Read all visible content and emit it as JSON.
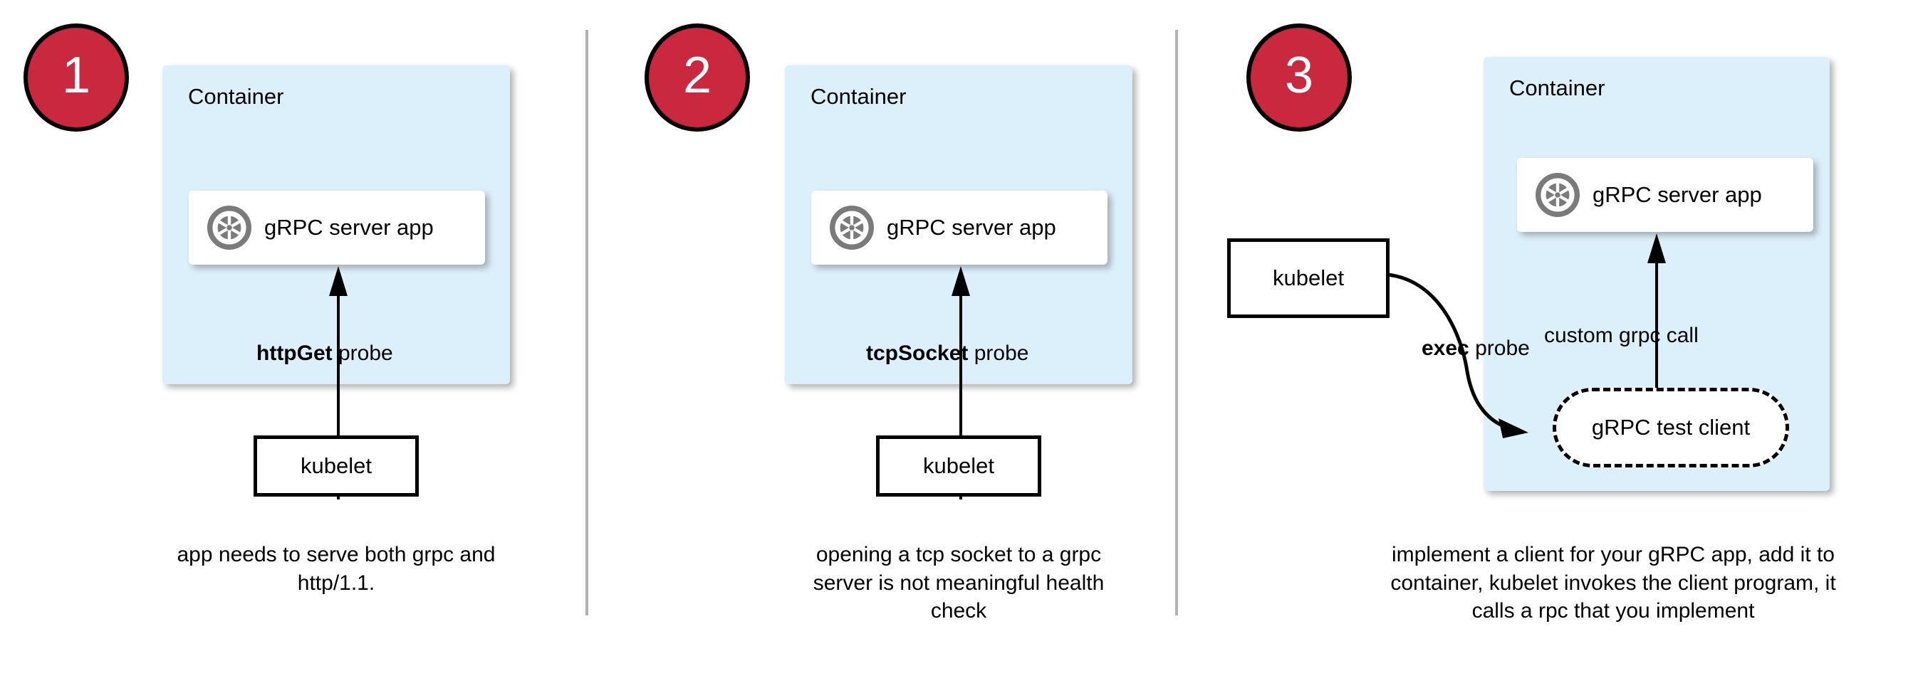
{
  "diagram": {
    "title": "Kubernetes gRPC health check probe approaches",
    "background_color": "#ffffff",
    "divider_color": "#b3b3b3",
    "badge_fill": "#c9283e",
    "badge_text_color": "#ffffff",
    "container_fill": "#dcf0fb",
    "card_fill": "#ffffff",
    "stroke_color": "#000000"
  },
  "panels": [
    {
      "badge": "1",
      "container_label": "Container",
      "app_card": {
        "icon": "grpc-logo-icon",
        "label": "gRPC server app"
      },
      "probe_label_bold": "httpGet",
      "probe_label_rest": " probe",
      "kubelet_label": "kubelet",
      "caption": "app needs to serve both grpc and http/1.1."
    },
    {
      "badge": "2",
      "container_label": "Container",
      "app_card": {
        "icon": "grpc-logo-icon",
        "label": "gRPC server app"
      },
      "probe_label_bold": "tcpSocket",
      "probe_label_rest": " probe",
      "kubelet_label": "kubelet",
      "caption": "opening a tcp socket to a grpc server is not meaningful health check"
    },
    {
      "badge": "3",
      "container_label": "Container",
      "app_card": {
        "icon": "grpc-logo-icon",
        "label": "gRPC server app"
      },
      "probe_label_bold": "exec",
      "probe_label_rest": " probe",
      "call_label": "custom grpc call",
      "kubelet_label": "kubelet",
      "test_client_label": "gRPC test client",
      "caption": "implement a client for your gRPC app, add it to container, kubelet invokes the client program, it calls a rpc that you implement"
    }
  ]
}
